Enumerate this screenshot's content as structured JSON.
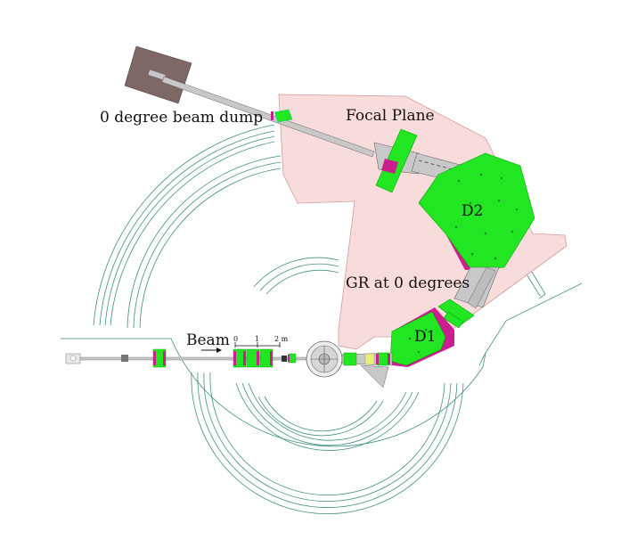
{
  "labels": {
    "beam_dump": "0 degree beam dump",
    "focal_plane": "Focal Plane",
    "d2": "D2",
    "d1": "D1",
    "gr": "GR at 0 degrees",
    "beam": "Beam",
    "scale": {
      "t0": "0",
      "t1": "1",
      "t2": "2 m"
    }
  },
  "colors": {
    "magnet": "#22e622",
    "coil": "#cc1f8f",
    "hall": "#f8dcdc",
    "hall_edge": "#d49a9a",
    "dump": "#7d6866",
    "steel": "#c8c8c8",
    "wall": "#3f8f80"
  },
  "icons": [
    "arrow-right-icon"
  ]
}
